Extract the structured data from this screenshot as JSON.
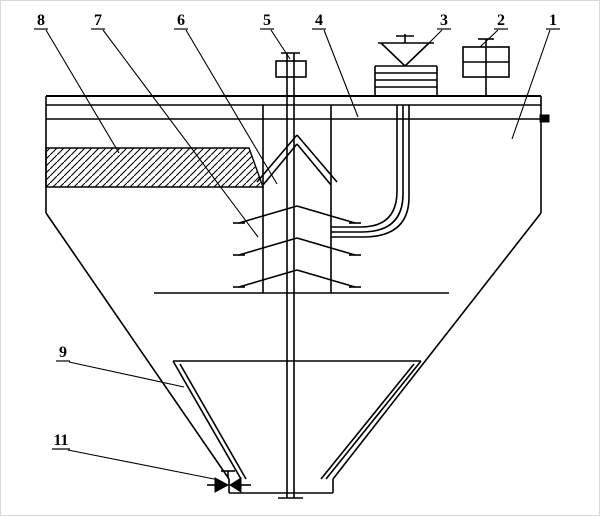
{
  "diagram": {
    "kind": "technical-section-drawing",
    "background": "#ffffff",
    "stroke_color": "#000000",
    "callouts": [
      {
        "label": "8"
      },
      {
        "label": "7"
      },
      {
        "label": "6"
      },
      {
        "label": "5"
      },
      {
        "label": "4"
      },
      {
        "label": "3"
      },
      {
        "label": "2"
      },
      {
        "label": "1"
      },
      {
        "label": "9"
      },
      {
        "label": "11"
      }
    ]
  }
}
